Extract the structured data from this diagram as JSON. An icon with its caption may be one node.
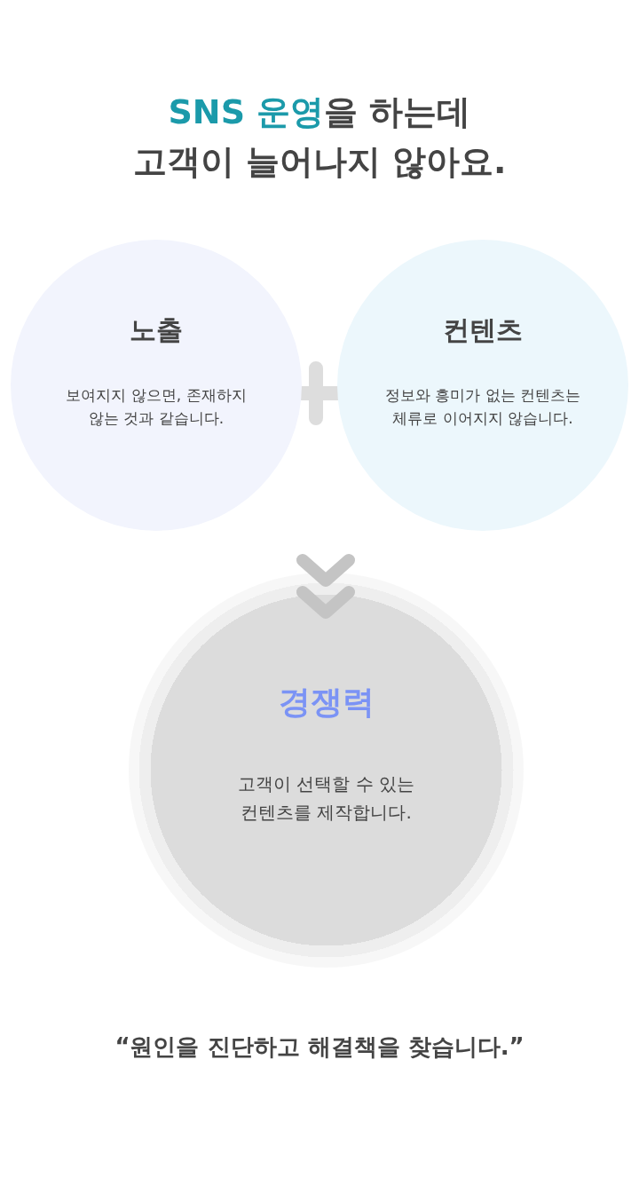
{
  "diagram": {
    "title": "**SNS 운영**을 하는데 고객이 늘어나지 않아요.",
    "nodes": [
      {
        "text": [
          "노출",
          "보여지지 않으면, 존재하지 않는 것과 같습니다."
        ]
      },
      {
        "text": [
          "컨텐츠",
          "정보와 흥미가 없는 컨텐츠는 체류로 이어지지 않습니다."
        ]
      },
      {
        "text": [
          "경쟁력",
          "고객이 선택할 수 있는 컨텐츠를 제작합니다."
        ]
      }
    ],
    "edges": [
      {
        "from": null,
        "to": 2,
        "arrow": "to"
      }
    ],
    "labels": [
      "“원인을 진단하고 해결책을 찾습니다.”"
    ]
  }
}
